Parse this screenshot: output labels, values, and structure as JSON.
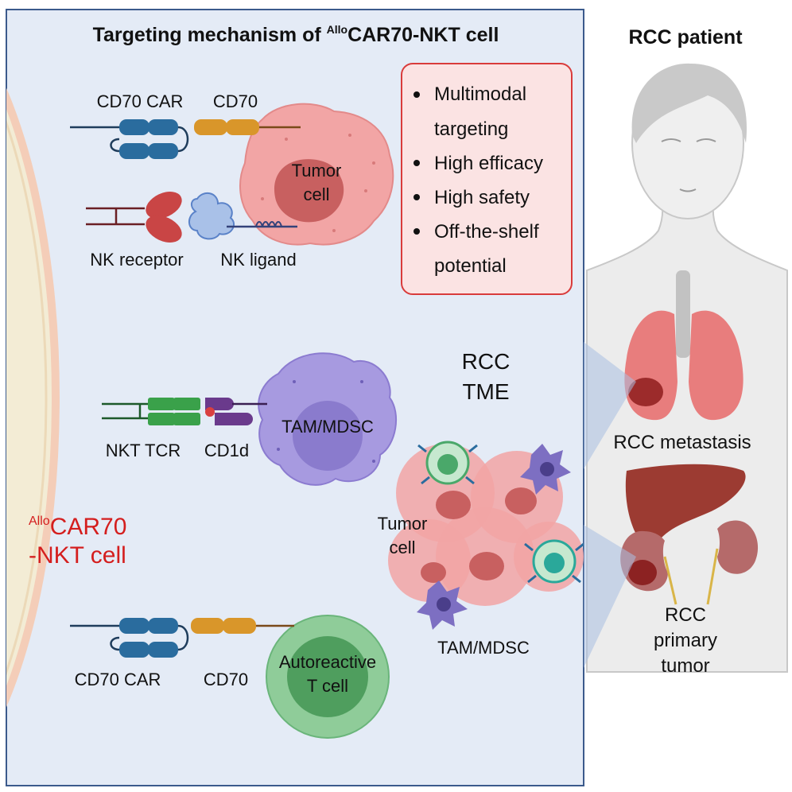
{
  "left_panel": {
    "title_main": "Targeting mechanism of ",
    "title_sup": "Allo",
    "title_rest": "CAR70-NKT cell",
    "car_label_top": "CD70 CAR",
    "cd70_label_top": "CD70",
    "tumor_cell_line1": "Tumor",
    "tumor_cell_line2": "cell",
    "nk_receptor": "NK receptor",
    "nk_ligand": "NK ligand",
    "bullets": [
      "Multimodal",
      "targeting",
      "High efficacy",
      "High safety",
      "Off-the-shelf",
      "potential"
    ],
    "nkt_tcr": "NKT TCR",
    "cd1d": "CD1d",
    "tam_mdsc_top": "TAM/MDSC",
    "rcc_tme_line1": "RCC",
    "rcc_tme_line2": "TME",
    "tme_tumor_line1": "Tumor",
    "tme_tumor_line2": "cell",
    "tme_tam": "TAM/MDSC",
    "nkt_cell_sup": "Allo",
    "nkt_cell_line1": "CAR70",
    "nkt_cell_line2": "-NKT cell",
    "car_label_bottom": "CD70 CAR",
    "cd70_label_bottom": "CD70",
    "auto_line1": "Autoreactive",
    "auto_line2": "T cell"
  },
  "right_panel": {
    "title": "RCC patient",
    "metastasis": "RCC metastasis",
    "primary_line1": "RCC",
    "primary_line2": "primary",
    "primary_line3": "tumor"
  },
  "colors": {
    "panel_bg": "#e4ebf6",
    "panel_border": "#3b5a8c",
    "car_blue": "#2a6c9e",
    "cd70_orange": "#d9962a",
    "tumor_pink": "#f2a5a5",
    "tumor_nucleus": "#c86060",
    "accent_red": "#d41e1e",
    "tam_purple": "#a79ae0",
    "tcell_green": "#8fcc99",
    "tcr_green": "#3aa14a",
    "cd1d_purple": "#6a3a8c"
  }
}
